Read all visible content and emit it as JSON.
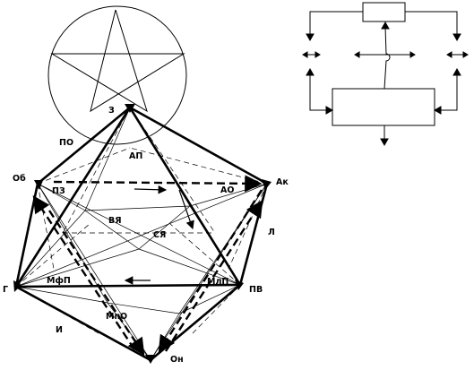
{
  "labels": {
    "top": "З",
    "ob": "Об",
    "ak": "Ак",
    "g": "Г",
    "pv": "ПВ",
    "on": "Он",
    "po": "ПО",
    "ap": "АП",
    "pz": "ПЗ",
    "ao": "АО",
    "vya": "ВЯ",
    "sya": "СЯ",
    "l": "Л",
    "mfp": "МфП",
    "mlp": "МлП",
    "mpo": "МпО",
    "i": "И"
  },
  "colors": {
    "ink": "#000000",
    "background": "#ffffff"
  }
}
